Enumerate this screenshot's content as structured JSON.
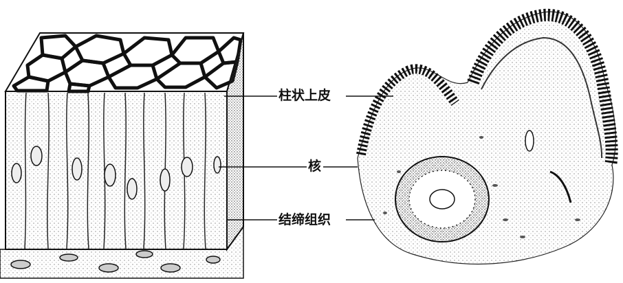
{
  "labels": {
    "columnar_epithelium": "柱状上皮",
    "nucleus": "核",
    "connective_tissue": "结缔组织"
  },
  "colors": {
    "ink": "#111111",
    "paper": "#ffffff",
    "stipple": "#555555"
  },
  "illustrations": {
    "left": "columnar-epithelium-block-drawing",
    "right": "columnar-epithelium-section-drawing"
  }
}
